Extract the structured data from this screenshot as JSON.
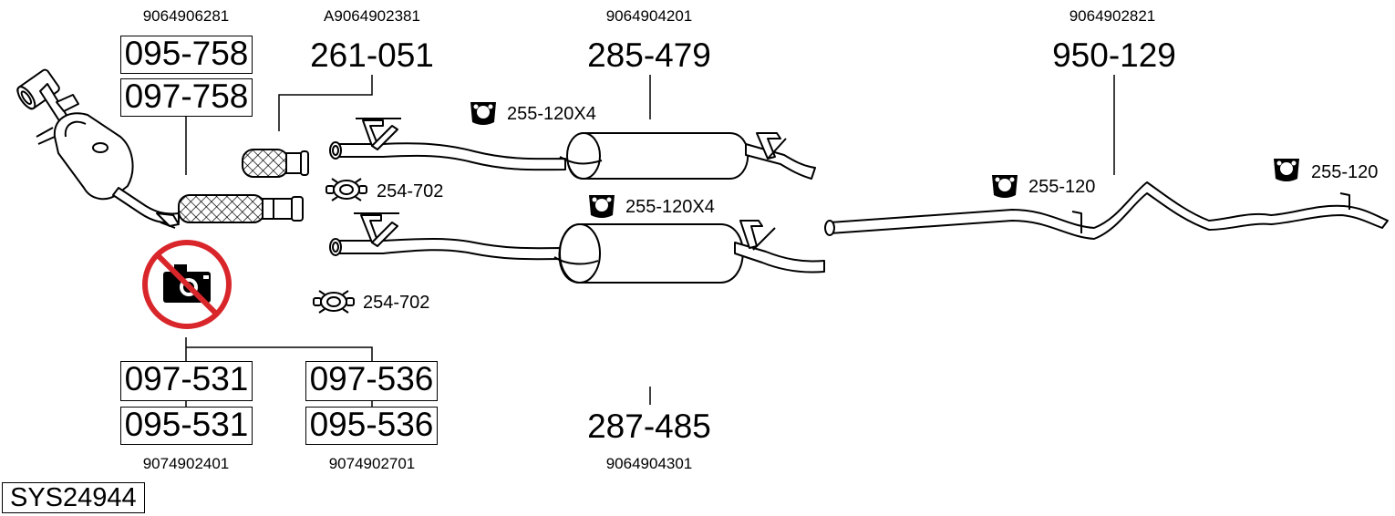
{
  "oem_numbers": {
    "cat": "9064906281",
    "flex": "A9064902381",
    "rear_upper": "9064904201",
    "tail": "9064902821",
    "center_left": "9074902401",
    "center_right": "9074902701",
    "rear_lower": "9064904301"
  },
  "part_numbers": {
    "cat_a": "095-758",
    "cat_b": "097-758",
    "flex": "261-051",
    "rear_upper": "285-479",
    "tail": "950-129",
    "center_left_a": "097-531",
    "center_left_b": "095-531",
    "center_right_a": "097-536",
    "center_right_b": "095-536",
    "rear_lower": "287-485"
  },
  "accessories": {
    "mount_upper": "255-120X4",
    "mount_lower": "255-120X4",
    "clamp_upper": "254-702",
    "clamp_lower": "254-702",
    "tail_mount_1": "255-120",
    "tail_mount_2": "255-120"
  },
  "system_code": "SYS24944",
  "icons": {
    "mount": "rubber-mount-icon",
    "clamp": "exhaust-clamp-icon",
    "no_photo": "no-photo-icon"
  },
  "colors": {
    "line": "#000000",
    "prohibit": "#d9262b",
    "pipe_fill": "#ffffff"
  }
}
